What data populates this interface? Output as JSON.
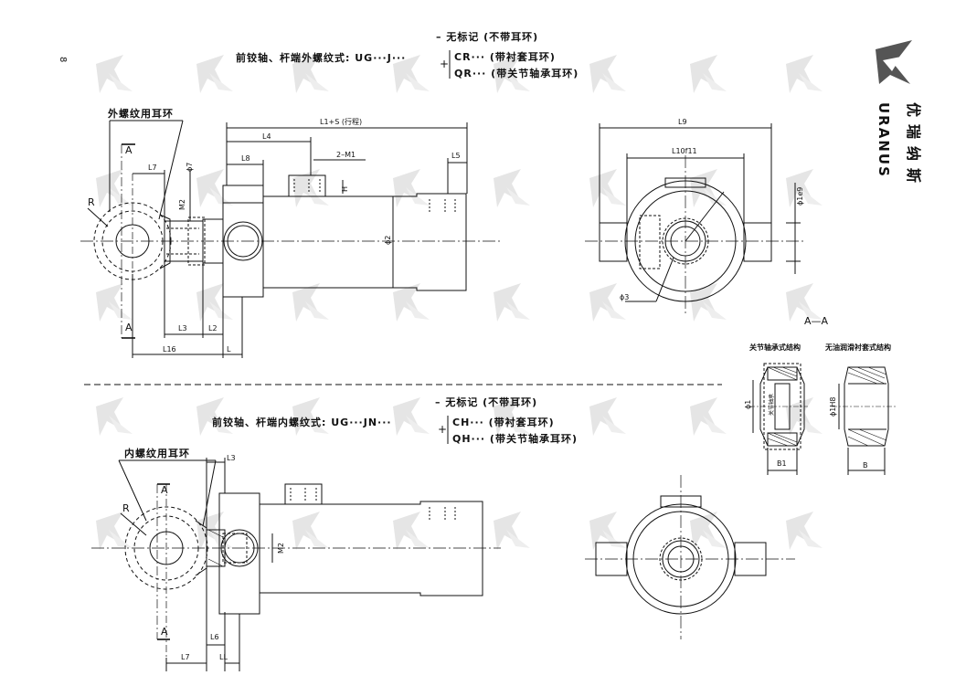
{
  "page": {
    "number": "8"
  },
  "brand": {
    "name_cn": "优瑞纳斯",
    "name_en": "URANUS",
    "accent": "#555555"
  },
  "top_header": {
    "prefix": "前铰轴、杆端外螺纹式: UG···J···",
    "opt1": "–  无标记 (不带耳环)",
    "opt2": "CR··· (带衬套耳环)",
    "opt3": "QR··· (带关节轴承耳环)"
  },
  "bottom_header": {
    "prefix": "前铰轴、杆端内螺纹式: UG···JN···",
    "opt1": "–  无标记 (不带耳环)",
    "opt2": "CH··· (带衬套耳环)",
    "opt3": "QH··· (带关节轴承耳环)"
  },
  "top_view": {
    "ear_label": "外螺纹用耳环",
    "labels": {
      "stroke": "L1+S (行程)",
      "L4": "L4",
      "L8": "L8",
      "M1": "2–M1",
      "L5": "L5",
      "L7": "L7",
      "phi7": "ϕ7",
      "M2": "M2",
      "H": "H",
      "phi2": "ϕ2",
      "R": "R",
      "A_top": "A",
      "A_bottom": "A",
      "L3": "L3",
      "L2": "L2",
      "L16": "L16",
      "L": "L"
    }
  },
  "end_view": {
    "L9": "L9",
    "L10": "L10f11",
    "phi1e9": "ϕ1e9",
    "phi3": "ϕ3"
  },
  "section": {
    "title": "A—A",
    "left_title": "关节轴承式结构",
    "right_title": "无油润滑衬套式结构",
    "phi1": "ϕ1",
    "bearing": "关节轴承",
    "phi1H8": "ϕ1H8",
    "B1": "B1",
    "B": "B"
  },
  "bottom_view": {
    "ear_label": "内螺纹用耳环",
    "labels": {
      "L3": "L3",
      "A_top": "A",
      "A_bottom": "A",
      "R": "R",
      "M2": "M2",
      "L6": "L6",
      "L7": "L7",
      "LL": "LL"
    }
  }
}
